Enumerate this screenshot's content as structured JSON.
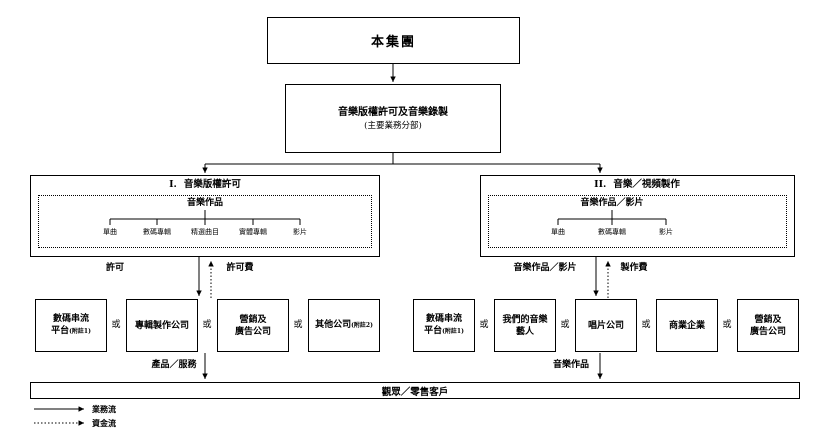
{
  "diagram": {
    "group": "本集團",
    "segment": {
      "title": "音樂版權許可及音樂錄製",
      "subtitle": "(主要業務分部)"
    },
    "or": "或",
    "left": {
      "numeral": "I.",
      "title": "音樂版權許可",
      "inner_title": "音樂作品",
      "items": [
        "單曲",
        "數碼專輯",
        "精選曲目",
        "實體專輯",
        "影片"
      ],
      "down_label": "許可",
      "up_label": "許可費",
      "output_label": "產品／服務",
      "companies": [
        {
          "line1": "數碼串流",
          "line2": "平台",
          "note": "(附註1)"
        },
        {
          "line1": "專輯製作公司"
        },
        {
          "line1": "營銷及",
          "line2": "廣告公司"
        },
        {
          "line1": "其他公司",
          "note": "(附註2)"
        }
      ]
    },
    "right": {
      "numeral": "II.",
      "title": "音樂／視頻製作",
      "inner_title": "音樂作品／影片",
      "items": [
        "單曲",
        "數碼專輯",
        "影片"
      ],
      "down_label": "音樂作品／影片",
      "up_label": "製作費",
      "output_label": "音樂作品",
      "companies": [
        {
          "line1": "數碼串流",
          "line2": "平台",
          "note": "(附註1)"
        },
        {
          "line1": "我們的音樂",
          "line2": "藝人"
        },
        {
          "line1": "唱片公司"
        },
        {
          "line1": "商業企業"
        },
        {
          "line1": "營銷及",
          "line2": "廣告公司"
        }
      ]
    },
    "audience": "觀眾／零售客戶",
    "legend": {
      "business": "業務流",
      "capital": "資金流"
    }
  }
}
